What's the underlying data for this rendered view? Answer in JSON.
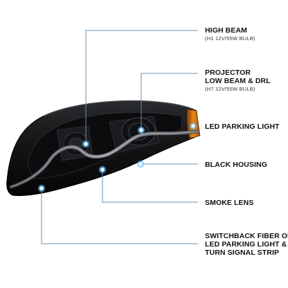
{
  "callouts": {
    "high_beam": {
      "title": "HIGH BEAM",
      "spec": "(H1 12V/55W BULB)"
    },
    "projector": {
      "line1": "PROJECTOR",
      "line2": "LOW BEAM & DRL",
      "spec": "(H7 12V/55W BULB)"
    },
    "led_parking": {
      "title": "LED PARKING LIGHT"
    },
    "black_housing": {
      "title": "BLACK HOUSING"
    },
    "smoke_lens": {
      "title": "SMOKE LENS"
    },
    "switchback": {
      "line1": "SWITCHBACK FIBER OPTIC",
      "line2": "LED PARKING LIGHT &",
      "line3": "TURN SIGNAL STRIP"
    }
  },
  "colors": {
    "leader_line": "#6a8fb3",
    "marker_glow": "#4db8ff",
    "housing": "#121214",
    "amber": "#e07a10"
  }
}
